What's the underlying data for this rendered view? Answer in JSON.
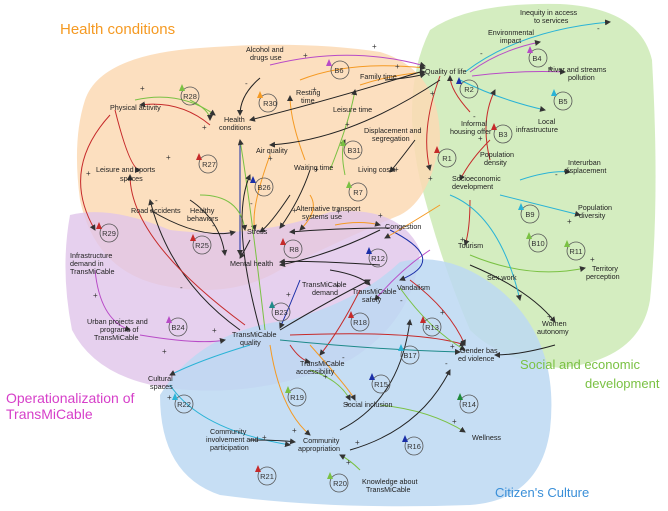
{
  "regions": {
    "health": {
      "label": "Health conditions",
      "color": "#f59a23"
    },
    "social": {
      "label_line1": "Social and economic",
      "label_line2": "development",
      "color": "#7ac143"
    },
    "operational": {
      "label_line1": "Operationalization of",
      "label_line2": "TransMiCable",
      "color": "#d63fc9"
    },
    "culture": {
      "label": "Citizen's Culture",
      "color": "#3a8fd8"
    }
  },
  "variables": {
    "inequity_l1": "Inequity in access",
    "inequity_l2": "to services",
    "environmental_l1": "Environmental",
    "environmental_l2": "impact",
    "river_l1": "River and streams",
    "river_l2": "pollution",
    "alcohol_l1": "Alcohol and",
    "alcohol_l2": "drugs use",
    "family_time": "Family time",
    "quality_of_life": "Quality of life",
    "physical_activity": "Physical activity",
    "health_l1": "Health",
    "health_l2": "conditions",
    "resting_l1": "Resting",
    "resting_l2": "time",
    "leisure_time": "Leisure time",
    "informal_l1": "Informal",
    "informal_l2": "housing offer",
    "local_infra_l1": "Local",
    "local_infra_l2": "infrastructure",
    "displacement_l1": "Displacement and",
    "displacement_l2": "segregation",
    "air_quality": "Air quality",
    "population_density_l1": "Population",
    "population_density_l2": "density",
    "interurban_l1": "Interurban",
    "interurban_l2": "displacement",
    "leisure_spaces_l1": "Leisure and sports",
    "leisure_spaces_l2": "spaces",
    "waiting_time": "Waiting time",
    "living_costs": "Living costs",
    "socioeconomic_l1": "Socioeconomic",
    "socioeconomic_l2": "development",
    "population_diversity_l1": "Population",
    "population_diversity_l2": "diversity",
    "road_accidents": "Road accidents",
    "healthy_l1": "Healthy",
    "healthy_l2": "behaviors",
    "alt_transport_l1": "Alternative transport",
    "alt_transport_l2": "systems use",
    "stress": "Stress",
    "congestion": "Congestion",
    "tourism": "Tourism",
    "territory_l1": "Territory",
    "territory_l2": "perception",
    "infra_demand_l1": "Infrastructure",
    "infra_demand_l2": "demand in",
    "infra_demand_l3": "TransMiCable",
    "mental_health": "Mental health",
    "tmc_demand_l1": "TransMiCable",
    "tmc_demand_l2": "demand",
    "vandalism": "Vandalism",
    "sex_work": "Sex work",
    "tmc_safety_l1": "TransMiCable",
    "tmc_safety_l2": "safety",
    "urban_projects_l1": "Urban projects and",
    "urban_projects_l2": "programs of",
    "urban_projects_l3": "TransMiCable",
    "women_l1": "Women",
    "women_l2": "autonomy",
    "tmc_quality_l1": "TransMiCable",
    "tmc_quality_l2": "quality",
    "gender_l1": "Gender bas",
    "gender_l2": "ed violence",
    "tmc_access_l1": "TransMiCable",
    "tmc_access_l2": "accessibility",
    "cultural_l1": "Cultural",
    "cultural_l2": "spaces",
    "social_inclusion": "Social inclusion",
    "wellness": "Wellness",
    "community_inv_l1": "Community",
    "community_inv_l2": "involvement and",
    "community_inv_l3": "participation",
    "community_app_l1": "Community",
    "community_app_l2": "appropriation",
    "knowledge_l1": "Knowledge about",
    "knowledge_l2": "TransMiCable"
  },
  "loops": {
    "R28": "R28",
    "R30": "R30",
    "B6": "B6",
    "B4": "B4",
    "R2": "R2",
    "B5": "B5",
    "B3": "B3",
    "R1": "R1",
    "B31": "B31",
    "R27": "R27",
    "B26": "B26",
    "R7": "R7",
    "R8": "R8",
    "R25": "R25",
    "B9": "B9",
    "B10": "B10",
    "R11": "R11",
    "R29": "R29",
    "R12": "R12",
    "B23": "B23",
    "R18": "R18",
    "R13": "R13",
    "B24": "B24",
    "B17": "B17",
    "R15": "R15",
    "R22": "R22",
    "R19": "R19",
    "R14": "R14",
    "R16": "R16",
    "R21": "R21",
    "R20": "R20"
  },
  "signs": {
    "plus": "+",
    "minus": "-"
  }
}
